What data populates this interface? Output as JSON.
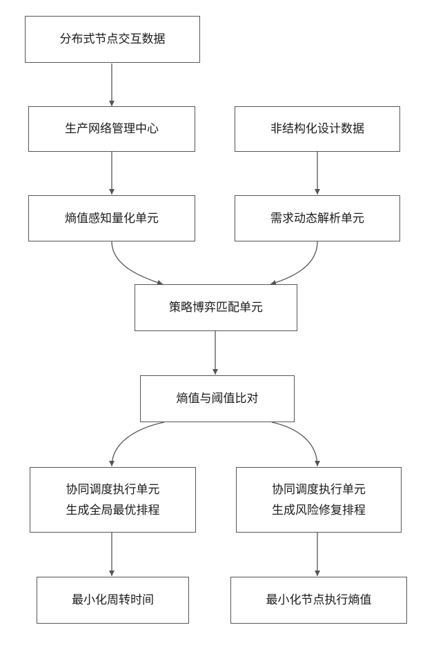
{
  "nodes": {
    "distributed_data": "分布式节点交互数据",
    "network_center": "生产网络管理中心",
    "unstructured_data": "非结构化设计数据",
    "entropy_unit": "熵值感知量化单元",
    "demand_unit": "需求动态解析单元",
    "strategy_unit": "策略博弈匹配单元",
    "threshold_compare": "熵值与阈值比对",
    "coord_global": "协同调度执行单元\n生成全局最优排程",
    "coord_risk": "协同调度执行单元\n生成风险修复排程",
    "min_cycle": "最小化周转时间",
    "min_entropy": "最小化节点执行熵值"
  }
}
